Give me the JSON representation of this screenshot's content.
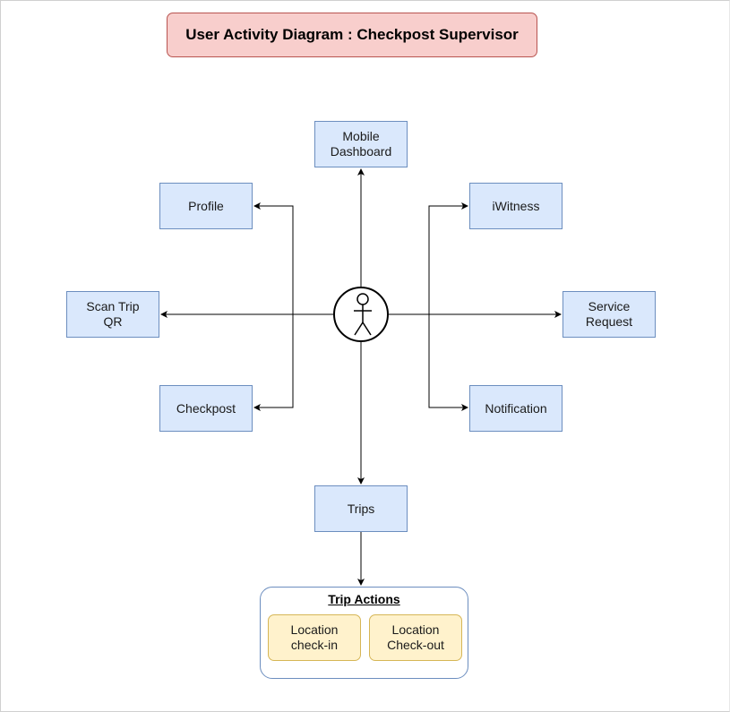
{
  "title": "User Activity Diagram : Checkpost Supervisor",
  "nodes": {
    "mobile_dashboard": "Mobile\nDashboard",
    "profile": "Profile",
    "iwitness": "iWitness",
    "scan_trip_qr": "Scan Trip\nQR",
    "service_request": "Service Request",
    "checkpost": "Checkpost",
    "notification": "Notification",
    "trips": "Trips"
  },
  "trip_actions": {
    "title": "Trip Actions",
    "items": [
      "Location\ncheck-in",
      "Location\nCheck-out"
    ]
  },
  "colors": {
    "title_fill": "#f8cecc",
    "title_stroke": "#b85450",
    "node_fill": "#dae8fc",
    "node_stroke": "#6c8ebf",
    "action_fill": "#fff2cc",
    "action_stroke": "#d6b656"
  }
}
